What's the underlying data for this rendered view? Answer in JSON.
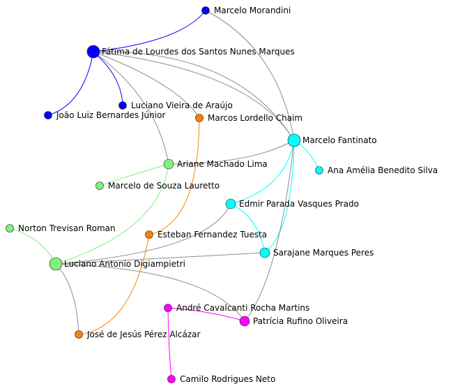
{
  "colors": {
    "blue": "#0000ff",
    "green": "#80f080",
    "cyan": "#00ffff",
    "orange": "#ff8000",
    "magenta": "#ff00ff",
    "gray": "#8c8c8c",
    "background": "#ffffff"
  },
  "nodes": [
    {
      "id": "morandini",
      "label": "Marcelo Morandini",
      "group": "blue",
      "size": "small"
    },
    {
      "id": "fatima",
      "label": "Fátima de Lourdes dos Santos Nunes Marques",
      "group": "blue",
      "size": "large"
    },
    {
      "id": "luciano_araujo",
      "label": "Luciano Vieira de Araújo",
      "group": "blue",
      "size": "small"
    },
    {
      "id": "joao",
      "label": "João Luiz Bernardes Júnior",
      "group": "blue",
      "size": "small"
    },
    {
      "id": "chaim",
      "label": "Marcos Lordello Chaim",
      "group": "orange",
      "size": "small"
    },
    {
      "id": "fantinato",
      "label": "Marcelo Fantinato",
      "group": "cyan",
      "size": "large"
    },
    {
      "id": "ana",
      "label": "Ana Amélia Benedito Silva",
      "group": "cyan",
      "size": "small"
    },
    {
      "id": "ariane",
      "label": "Ariane Machado Lima",
      "group": "green",
      "size": "medium"
    },
    {
      "id": "lauretto",
      "label": "Marcelo de Souza Lauretto",
      "group": "green",
      "size": "small"
    },
    {
      "id": "edmir",
      "label": "Edmir Parada Vasques Prado",
      "group": "cyan",
      "size": "medium"
    },
    {
      "id": "norton",
      "label": "Norton Trevisan Roman",
      "group": "green",
      "size": "small"
    },
    {
      "id": "esteban",
      "label": "Esteban Fernandez Tuesta",
      "group": "orange",
      "size": "small"
    },
    {
      "id": "digiampietri",
      "label": "Luciano Antonio Digiampietri",
      "group": "green",
      "size": "large"
    },
    {
      "id": "sarajane",
      "label": "Sarajane Marques Peres",
      "group": "cyan",
      "size": "medium"
    },
    {
      "id": "andre",
      "label": "André Cavalcanti Rocha Martins",
      "group": "magenta",
      "size": "small"
    },
    {
      "id": "patricia",
      "label": "Patrícia Rufino Oliveira",
      "group": "magenta",
      "size": "medium"
    },
    {
      "id": "jose",
      "label": "José de Jesús Pérez Alcázar",
      "group": "orange",
      "size": "small"
    },
    {
      "id": "camilo",
      "label": "Camilo Rodrigues Neto",
      "group": "magenta",
      "size": "small"
    }
  ],
  "edges": [
    {
      "source": "fatima",
      "target": "morandini",
      "color": "blue"
    },
    {
      "source": "fatima",
      "target": "luciano_araujo",
      "color": "blue"
    },
    {
      "source": "fatima",
      "target": "joao",
      "color": "blue"
    },
    {
      "source": "fatima",
      "target": "chaim",
      "color": "gray"
    },
    {
      "source": "fatima",
      "target": "fantinato",
      "color": "gray"
    },
    {
      "source": "fatima",
      "target": "ariane",
      "color": "gray"
    },
    {
      "source": "fatima",
      "target": "fantinato",
      "color": "gray"
    },
    {
      "source": "morandini",
      "target": "fantinato",
      "color": "gray"
    },
    {
      "source": "fantinato",
      "target": "ana",
      "color": "cyan"
    },
    {
      "source": "fantinato",
      "target": "edmir",
      "color": "cyan"
    },
    {
      "source": "fantinato",
      "target": "sarajane",
      "color": "cyan"
    },
    {
      "source": "fantinato",
      "target": "ariane",
      "color": "gray"
    },
    {
      "source": "fantinato",
      "target": "patricia",
      "color": "gray"
    },
    {
      "source": "edmir",
      "target": "sarajane",
      "color": "cyan"
    },
    {
      "source": "edmir",
      "target": "digiampietri",
      "color": "gray"
    },
    {
      "source": "ariane",
      "target": "lauretto",
      "color": "green"
    },
    {
      "source": "ariane",
      "target": "digiampietri",
      "color": "green"
    },
    {
      "source": "norton",
      "target": "digiampietri",
      "color": "green"
    },
    {
      "source": "chaim",
      "target": "esteban",
      "color": "orange"
    },
    {
      "source": "esteban",
      "target": "jose",
      "color": "orange"
    },
    {
      "source": "digiampietri",
      "target": "sarajane",
      "color": "gray"
    },
    {
      "source": "digiampietri",
      "target": "patricia",
      "color": "gray"
    },
    {
      "source": "digiampietri",
      "target": "jose",
      "color": "gray"
    },
    {
      "source": "andre",
      "target": "patricia",
      "color": "magenta"
    },
    {
      "source": "andre",
      "target": "camilo",
      "color": "magenta"
    }
  ]
}
